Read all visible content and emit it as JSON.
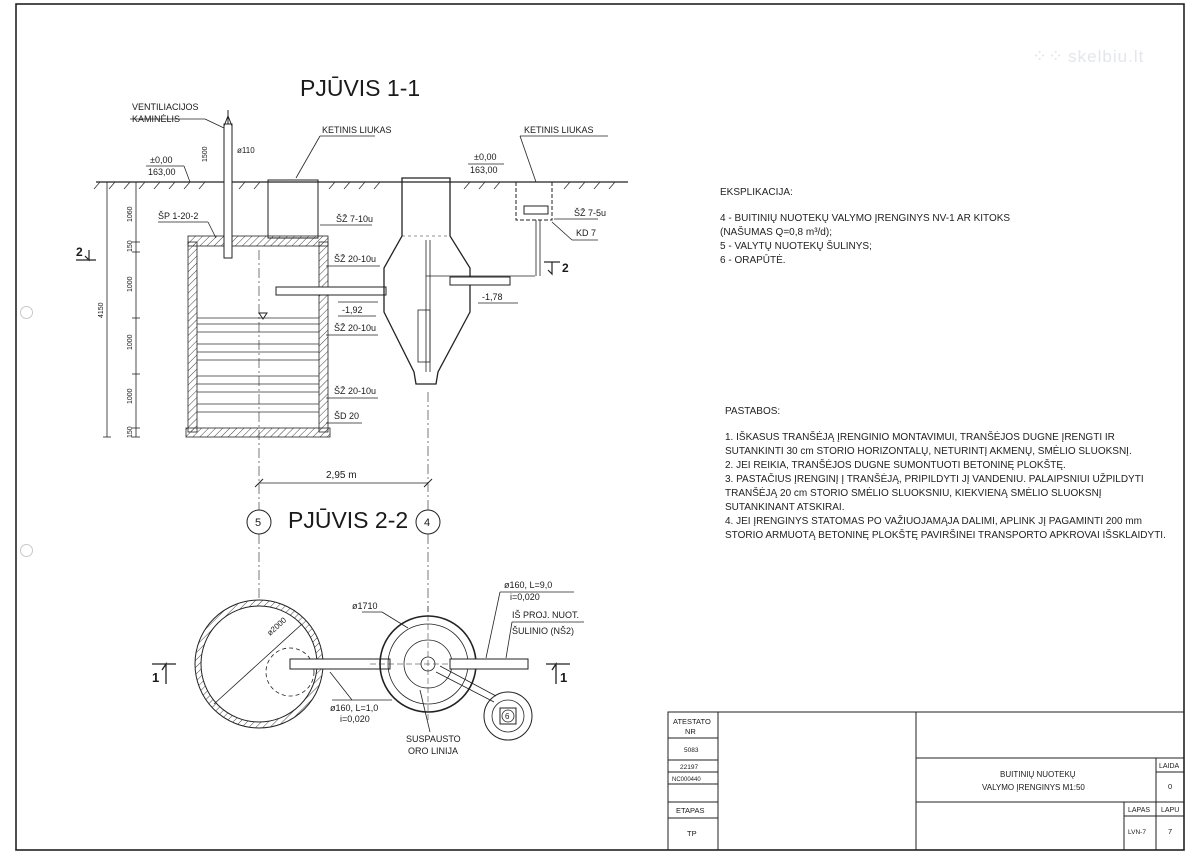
{
  "watermark": {
    "dots": "⁘⁘",
    "text": "skelbiu.lt"
  },
  "section1": {
    "title": "PJŪVIS 1-1",
    "vent_label_1": "VENTILIACIJOS",
    "vent_label_2": "KAMINĖLIS",
    "hatch_left": "KETINIS LIUKAS",
    "hatch_right": "KETINIS LIUKAS",
    "level_left_1": "±0,00",
    "level_left_2": "163,00",
    "level_right_1": "±0,00",
    "level_right_2": "163,00",
    "pipe_dia": "ø110",
    "dim_1500": "1500",
    "sp": "ŠP 1-20-2",
    "sz_7_10": "ŠŽ 7-10u",
    "sz_20_10_a": "ŠŽ 20-10u",
    "sz_20_10_b": "ŠŽ 20-10u",
    "sz_20_10_c": "ŠŽ 20-10u",
    "sd_20": "ŠD 20",
    "sz_7_5": "ŠŽ 7-5u",
    "kd_7": "KD 7",
    "lvl_192": "-1,92",
    "lvl_178": "-1,78",
    "v_dims": [
      "1060",
      "150",
      "1000",
      "1000",
      "1000",
      "150"
    ],
    "dim_total": "4150",
    "width": "2,95 m",
    "marker_left": "2",
    "marker_right": "2"
  },
  "section2": {
    "title": "PJŪVIS 2-2",
    "axis_5": "5",
    "axis_4": "4",
    "axis_6": "6",
    "dia_2000": "ø2000",
    "dia_1710": "ø1710",
    "pipe_in_1": "ø160, L=9,0",
    "pipe_in_2": "i=0,020",
    "pipe_out_1": "ø160, L=1,0",
    "pipe_out_2": "i=0,020",
    "source_1": "IŠ PROJ. NUOT.",
    "source_2": "ŠULINIO (NŠ2)",
    "air_1": "SUSPAUSTO",
    "air_2": "ORO LINIJA",
    "cut_left": "1",
    "cut_right": "1"
  },
  "explication": {
    "heading": "EKSPLIKACIJA:",
    "items": [
      "4 - BUITINIŲ NUOTEKŲ VALYMO ĮRENGINYS NV-1 AR KITOKS",
      "(NAŠUMAS Q=0,8 m³/d);",
      "5 - VALYTŲ NUOTEKŲ ŠULINYS;",
      "6 - ORAPŪTĖ."
    ]
  },
  "notes": {
    "heading": "PASTABOS:",
    "items": [
      "1. IŠKASUS TRANŠĖJĄ ĮRENGINIO MONTAVIMUI, TRANŠĖJOS DUGNE ĮRENGTI IR SUTANKINTI 30 cm STORIO HORIZONTALŲ, NETURINTĮ AKMENŲ, SMĖLIO SLUOKSNĮ.",
      "2. JEI REIKIA, TRANŠĖJOS DUGNE SUMONTUOTI BETONINĘ PLOKŠTĘ.",
      "3. PASTAČIUS ĮRENGINĮ Į TRANŠĖJĄ, PRIPILDYTI JĮ VANDENIU. PALAIPSNIUI UŽPILDYTI TRANŠĖJĄ 20 cm STORIO SMĖLIO SLUOKSNIU, KIEKVIENĄ SMĖLIO SLUOKSNĮ SUTANKINANT ATSKIRAI.",
      "4. JEI ĮRENGINYS STATOMAS PO VAŽIUOJAMĄJA DALIMI, APLINK JĮ PAGAMINTI 200 mm STORIO ARMUOTĄ BETONINĘ PLOKŠTĘ PAVIRŠINEI TRANSPORTO APKROVAI IŠSKLAIDYTI."
    ]
  },
  "titleblock": {
    "atestato_1": "ATESTATO",
    "atestato_2": "NR",
    "cert_1": "5083",
    "cert_2": "22197",
    "cert_3": "NC000440",
    "etapas": "ETAPAS",
    "etapas_val": "TP",
    "title_1": "BUITINIŲ NUOTEKŲ",
    "title_2": "VALYMO ĮRENGINYS M1:50",
    "laida": "LAIDA",
    "laida_val": "0",
    "lapas": "LAPAS",
    "lapu": "LAPU",
    "lapas_val": "LVN-7",
    "lapu_val": "7"
  },
  "colors": {
    "ink": "#1a1a1a",
    "hatch": "#444444",
    "paper": "#ffffff",
    "hole": "#c8c8c8"
  }
}
